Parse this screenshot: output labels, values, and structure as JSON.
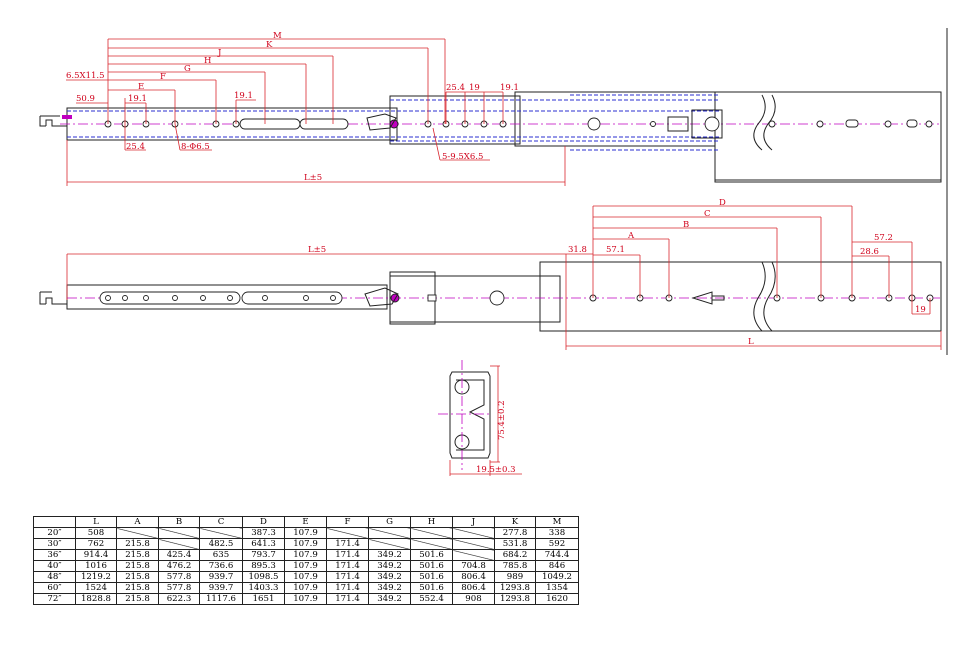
{
  "top_view": {
    "dims": {
      "M": "M",
      "K": "K",
      "J": "J",
      "H": "H",
      "G": "G",
      "F": "F",
      "E": "E",
      "slot": "6.5X11.5",
      "d509": "50.9",
      "d191a": "19.1",
      "d191b": "19.1",
      "d254a": "25.4",
      "d19a": "19",
      "d191c": "19.1",
      "d254b": "25.4",
      "holes8": "8-Φ6.5",
      "holes5": "5-9.5X6.5",
      "L": "L±5"
    }
  },
  "bottom_view": {
    "dims": {
      "D": "D",
      "C": "C",
      "B": "B",
      "A": "A",
      "L": "L±5",
      "d318": "31.8",
      "d571": "57.1",
      "d572": "57.2",
      "d286": "28.6",
      "d19": "19",
      "Lbot": "L"
    }
  },
  "section": {
    "height": "75.4±0.2",
    "width": "19.5±0.3"
  },
  "table": {
    "headers": [
      "",
      "L",
      "A",
      "B",
      "C",
      "D",
      "E",
      "F",
      "G",
      "H",
      "J",
      "K",
      "M"
    ],
    "rows": [
      [
        "20″",
        "508",
        "",
        "",
        "",
        "387.3",
        "107.9",
        "",
        "",
        "",
        "",
        "277.8",
        "338"
      ],
      [
        "30″",
        "762",
        "215.8",
        "",
        "482.5",
        "641.3",
        "107.9",
        "171.4",
        "",
        "",
        "",
        "531.8",
        "592"
      ],
      [
        "36″",
        "914.4",
        "215.8",
        "425.4",
        "635",
        "793.7",
        "107.9",
        "171.4",
        "349.2",
        "501.6",
        "",
        "684.2",
        "744.4"
      ],
      [
        "40″",
        "1016",
        "215.8",
        "476.2",
        "736.6",
        "895.3",
        "107.9",
        "171.4",
        "349.2",
        "501.6",
        "704.8",
        "785.8",
        "846"
      ],
      [
        "48″",
        "1219.2",
        "215.8",
        "577.8",
        "939.7",
        "1098.5",
        "107.9",
        "171.4",
        "349.2",
        "501.6",
        "806.4",
        "989",
        "1049.2"
      ],
      [
        "60″",
        "1524",
        "215.8",
        "577.8",
        "939.7",
        "1403.3",
        "107.9",
        "171.4",
        "349.2",
        "501.6",
        "806.4",
        "1293.8",
        "1354"
      ],
      [
        "72″",
        "1828.8",
        "215.8",
        "622.3",
        "1117.6",
        "1651",
        "107.9",
        "171.4",
        "349.2",
        "552.4",
        "908",
        "1293.8",
        "1620"
      ]
    ]
  }
}
